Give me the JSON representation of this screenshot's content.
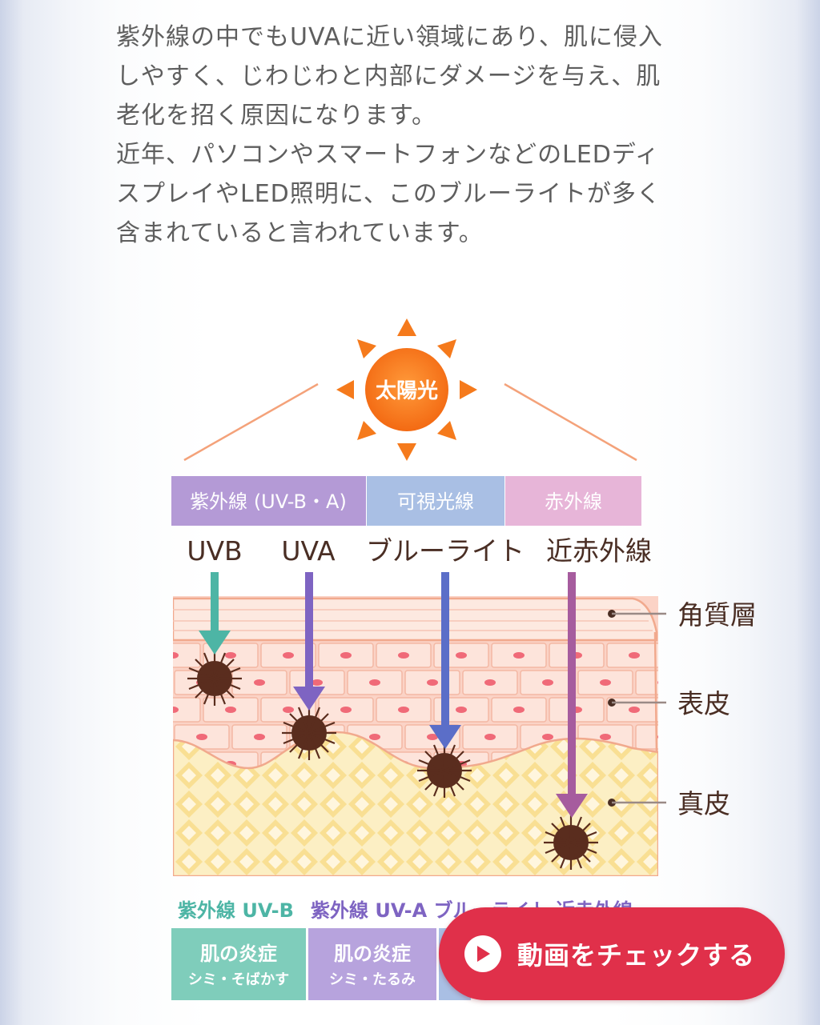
{
  "intro": {
    "lines": [
      "紫外線の中でもUVAに近い領域にあり、肌に侵入",
      "しやすく、じわじわと内部にダメージを与え、肌",
      "老化を招く原因になります。",
      "近年、パソコンやスマートフォンなどのLEDディ",
      "スプレイやLED照明に、このブルーライトが多く",
      "含まれていると言われています。"
    ]
  },
  "diagram": {
    "sun_label": "太陽光",
    "bands": [
      {
        "label": "紫外線 (UV-B・A)",
        "color": "#b49ad6"
      },
      {
        "label": "可視光線",
        "color": "#a9bfe4"
      },
      {
        "label": "赤外線",
        "color": "#e7b5d8"
      }
    ],
    "rays": [
      {
        "label": "UVB",
        "color": "#4db5a5"
      },
      {
        "label": "UVA",
        "color": "#7e64c2"
      },
      {
        "label": "ブルーライト",
        "color": "#5b6ec8"
      },
      {
        "label": "近赤外線",
        "color": "#a65c9e"
      }
    ],
    "layers": [
      "角質層",
      "表皮",
      "真皮"
    ],
    "bottom_headers": [
      {
        "label": "紫外線 UV-B",
        "color": "#4db5a5"
      },
      {
        "label": "紫外線 UV-A ブルーライト 近赤外線",
        "color": "#7e64c2"
      }
    ],
    "effects": [
      {
        "title": "肌の炎症",
        "sub": "シミ・そばかす",
        "color": "#7fcdbb"
      },
      {
        "title": "肌の炎症",
        "sub": "シミ・たるみ",
        "color": "#b7a3dd"
      }
    ]
  },
  "cta": {
    "label": "動画をチェックする",
    "icon": "play-icon"
  }
}
